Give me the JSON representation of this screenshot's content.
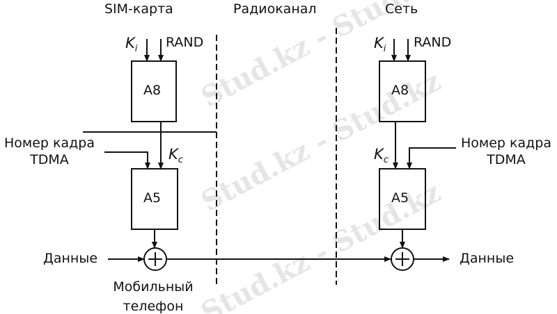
{
  "headers": {
    "sim": "SIM-карта",
    "radio": "Радиоканал",
    "network": "Сеть"
  },
  "sim": {
    "ki": "K",
    "ki_sub": "i",
    "rand": "RAND",
    "a8": "A8",
    "a5": "A5",
    "kc": "K",
    "kc_sub": "c",
    "frame_line1": "Номер кадра",
    "frame_line2": "TDMA",
    "data": "Данные",
    "device_line1": "Мобильный",
    "device_line2": "телефон"
  },
  "network": {
    "ki": "K",
    "ki_sub": "i",
    "rand": "RAND",
    "a8": "A8",
    "a5": "A5",
    "kc": "K",
    "kc_sub": "c",
    "frame_line1": "Номер кадра",
    "frame_line2": "TDMA",
    "data": "Данные"
  },
  "watermark": "Stud.kz - Stud.kz"
}
